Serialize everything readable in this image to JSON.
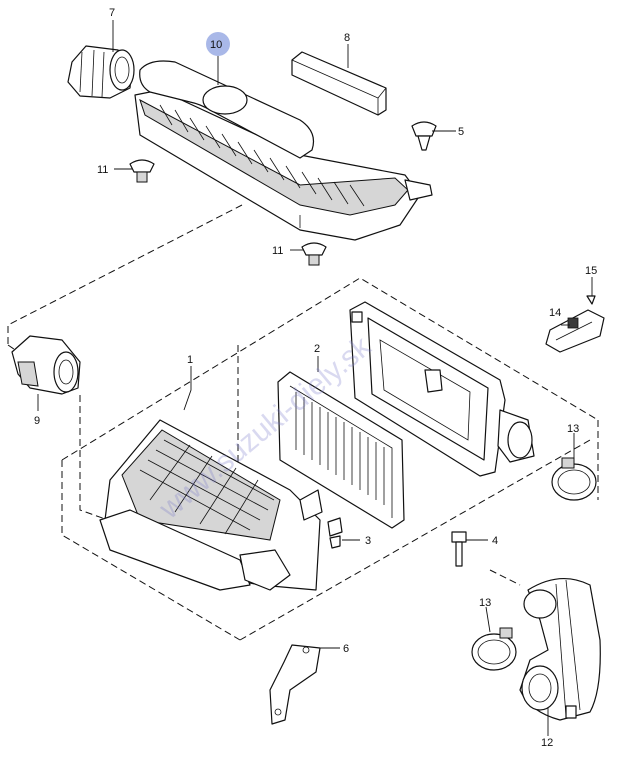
{
  "watermark": "www.suzuki-diely.sk",
  "callouts": {
    "c1": "1",
    "c2": "2",
    "c3": "3",
    "c4": "4",
    "c5": "5",
    "c6": "6",
    "c7": "7",
    "c8": "8",
    "c9": "9",
    "c10": "10",
    "c11a": "11",
    "c11b": "11",
    "c12": "12",
    "c13a": "13",
    "c13b": "13",
    "c14": "14",
    "c15": "15"
  },
  "colors": {
    "line": "#111111",
    "highlight": "#a9b8e8",
    "watermark": "#7878c8"
  }
}
